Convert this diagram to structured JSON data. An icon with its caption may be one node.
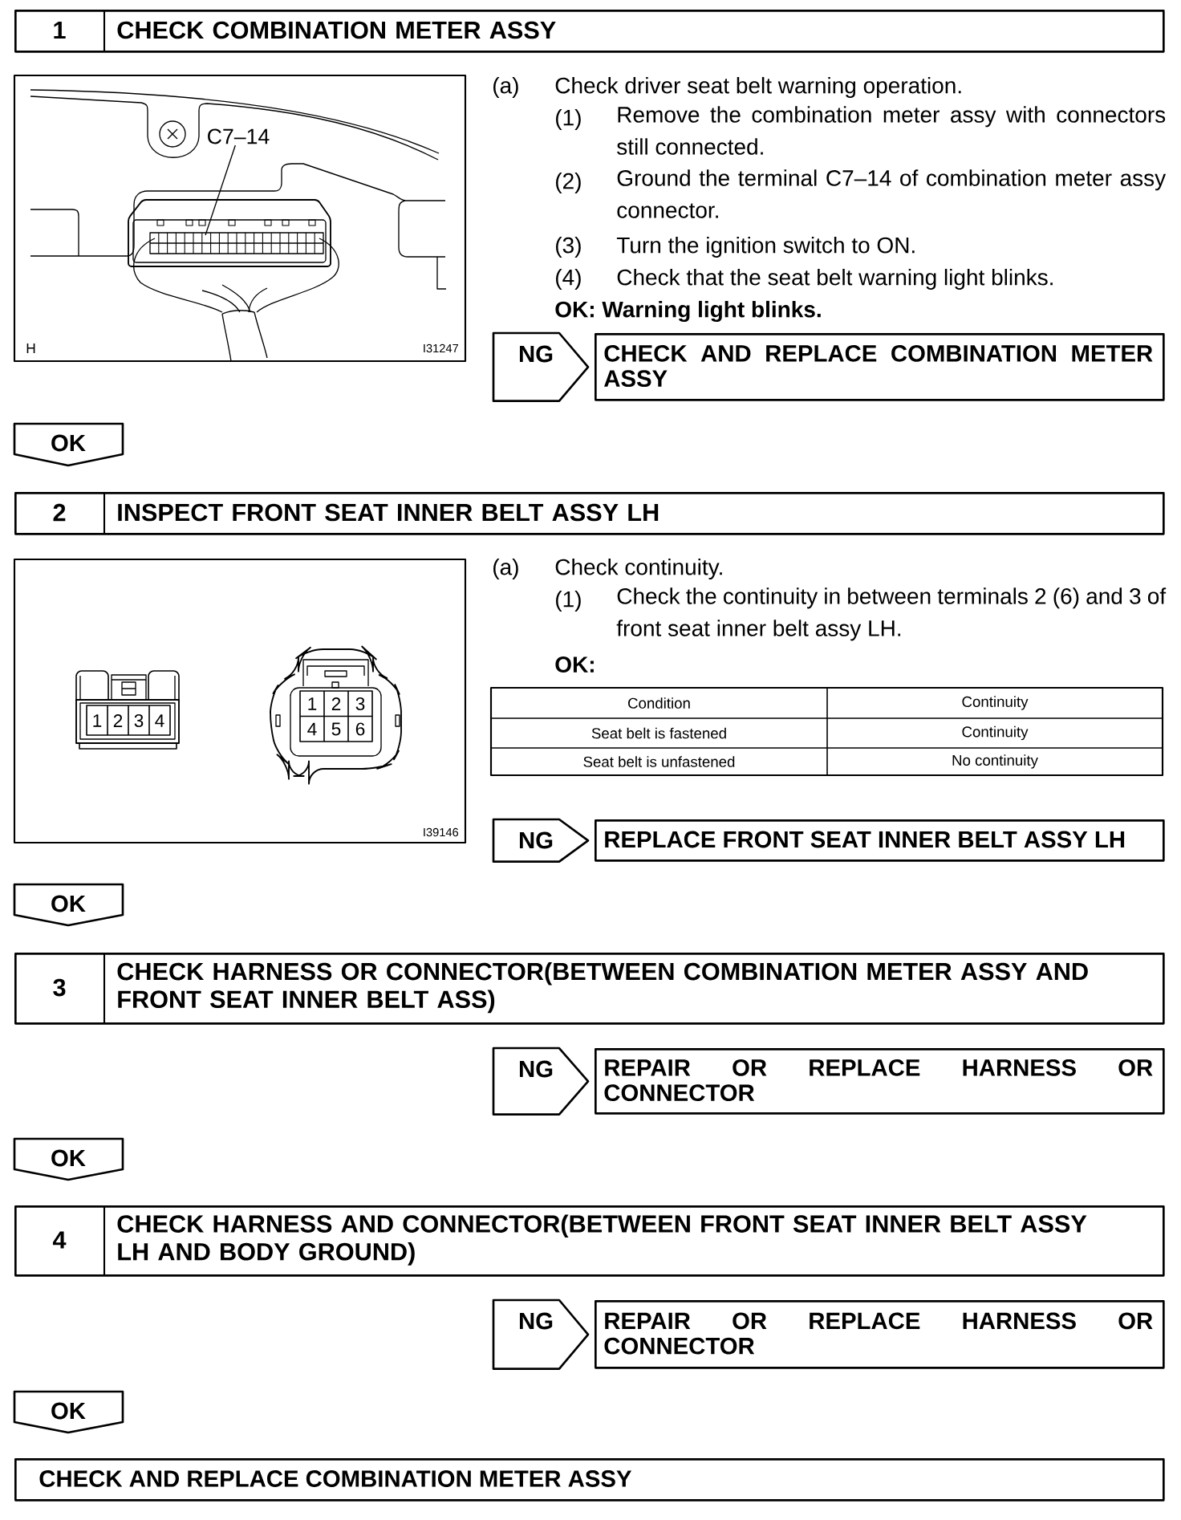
{
  "diagram": {
    "nodes": [
      {
        "text": [
          "1",
          "CHECK COMBINATION METER ASSY"
        ]
      },
      {
        "text": [
          "C7–14"
        ]
      },
      {
        "text": [
          "CHECK AND REPLACE COMBINATION METER ASSY"
        ]
      },
      {
        "text": [
          "OK"
        ]
      },
      {
        "text": [
          "2",
          "INSPECT FRONT SEAT INNER BELT ASSY LH"
        ]
      },
      {
        "text": [
          "REPLACE FRONT SEAT INNER BELT ASSY LH"
        ]
      },
      {
        "text": [
          "OK"
        ]
      },
      {
        "text": [
          "3",
          "CHECK HARNESS OR CONNECTOR(BETWEEN COMBINATION METER ASSY AND FRONT SEAT INNER BELT ASS)"
        ]
      },
      {
        "text": [
          "REPAIR OR REPLACE HARNESS OR CONNECTOR"
        ]
      },
      {
        "text": [
          "OK"
        ]
      },
      {
        "text": [
          "4",
          "CHECK HARNESS AND CONNECTOR(BETWEEN FRONT SEAT INNER BELT ASSY LH AND BODY GROUND)"
        ]
      },
      {
        "text": [
          "REPAIR OR REPLACE HARNESS OR CONNECTOR"
        ]
      },
      {
        "text": [
          "OK"
        ]
      },
      {
        "text": [
          "CHECK AND REPLACE COMBINATION METER ASSY"
        ]
      }
    ],
    "edges": [
      {
        "from": 1,
        "to": null,
        "arrow": "none"
      },
      {
        "from": null,
        "to": 2,
        "arrow": "to",
        "label": "NG"
      },
      {
        "from": null,
        "to": 5,
        "arrow": "to",
        "label": "NG"
      },
      {
        "from": 7,
        "to": 8,
        "arrow": "to",
        "label": "NG"
      },
      {
        "from": 10,
        "to": 11,
        "arrow": "to",
        "label": "NG"
      }
    ],
    "labels": [
      "H",
      "I31247",
      "(a)",
      "Check driver seat belt warning operation.",
      "(1)",
      "Remove the combination meter assy with connectors still connected.",
      "(2)",
      "Ground the terminal C7–14 of combination meter assy connector.",
      "(3)",
      "Turn the ignition switch to ON.",
      "(4)",
      "Check that the seat belt warning light blinks.",
      "OK: Warning light blinks.",
      "1",
      "2",
      "3",
      "4",
      "1",
      "2",
      "3",
      "4",
      "5",
      "6",
      "I39146",
      "(a)",
      "Check continuity.",
      "(1)",
      "Check the continuity in between terminals 2 (6) and 3 of front seat inner belt assy LH.",
      "OK:",
      "Condition",
      "Continuity",
      "Seat belt is fastened",
      "Continuity",
      "Seat belt is unfastened",
      "No continuity"
    ]
  }
}
